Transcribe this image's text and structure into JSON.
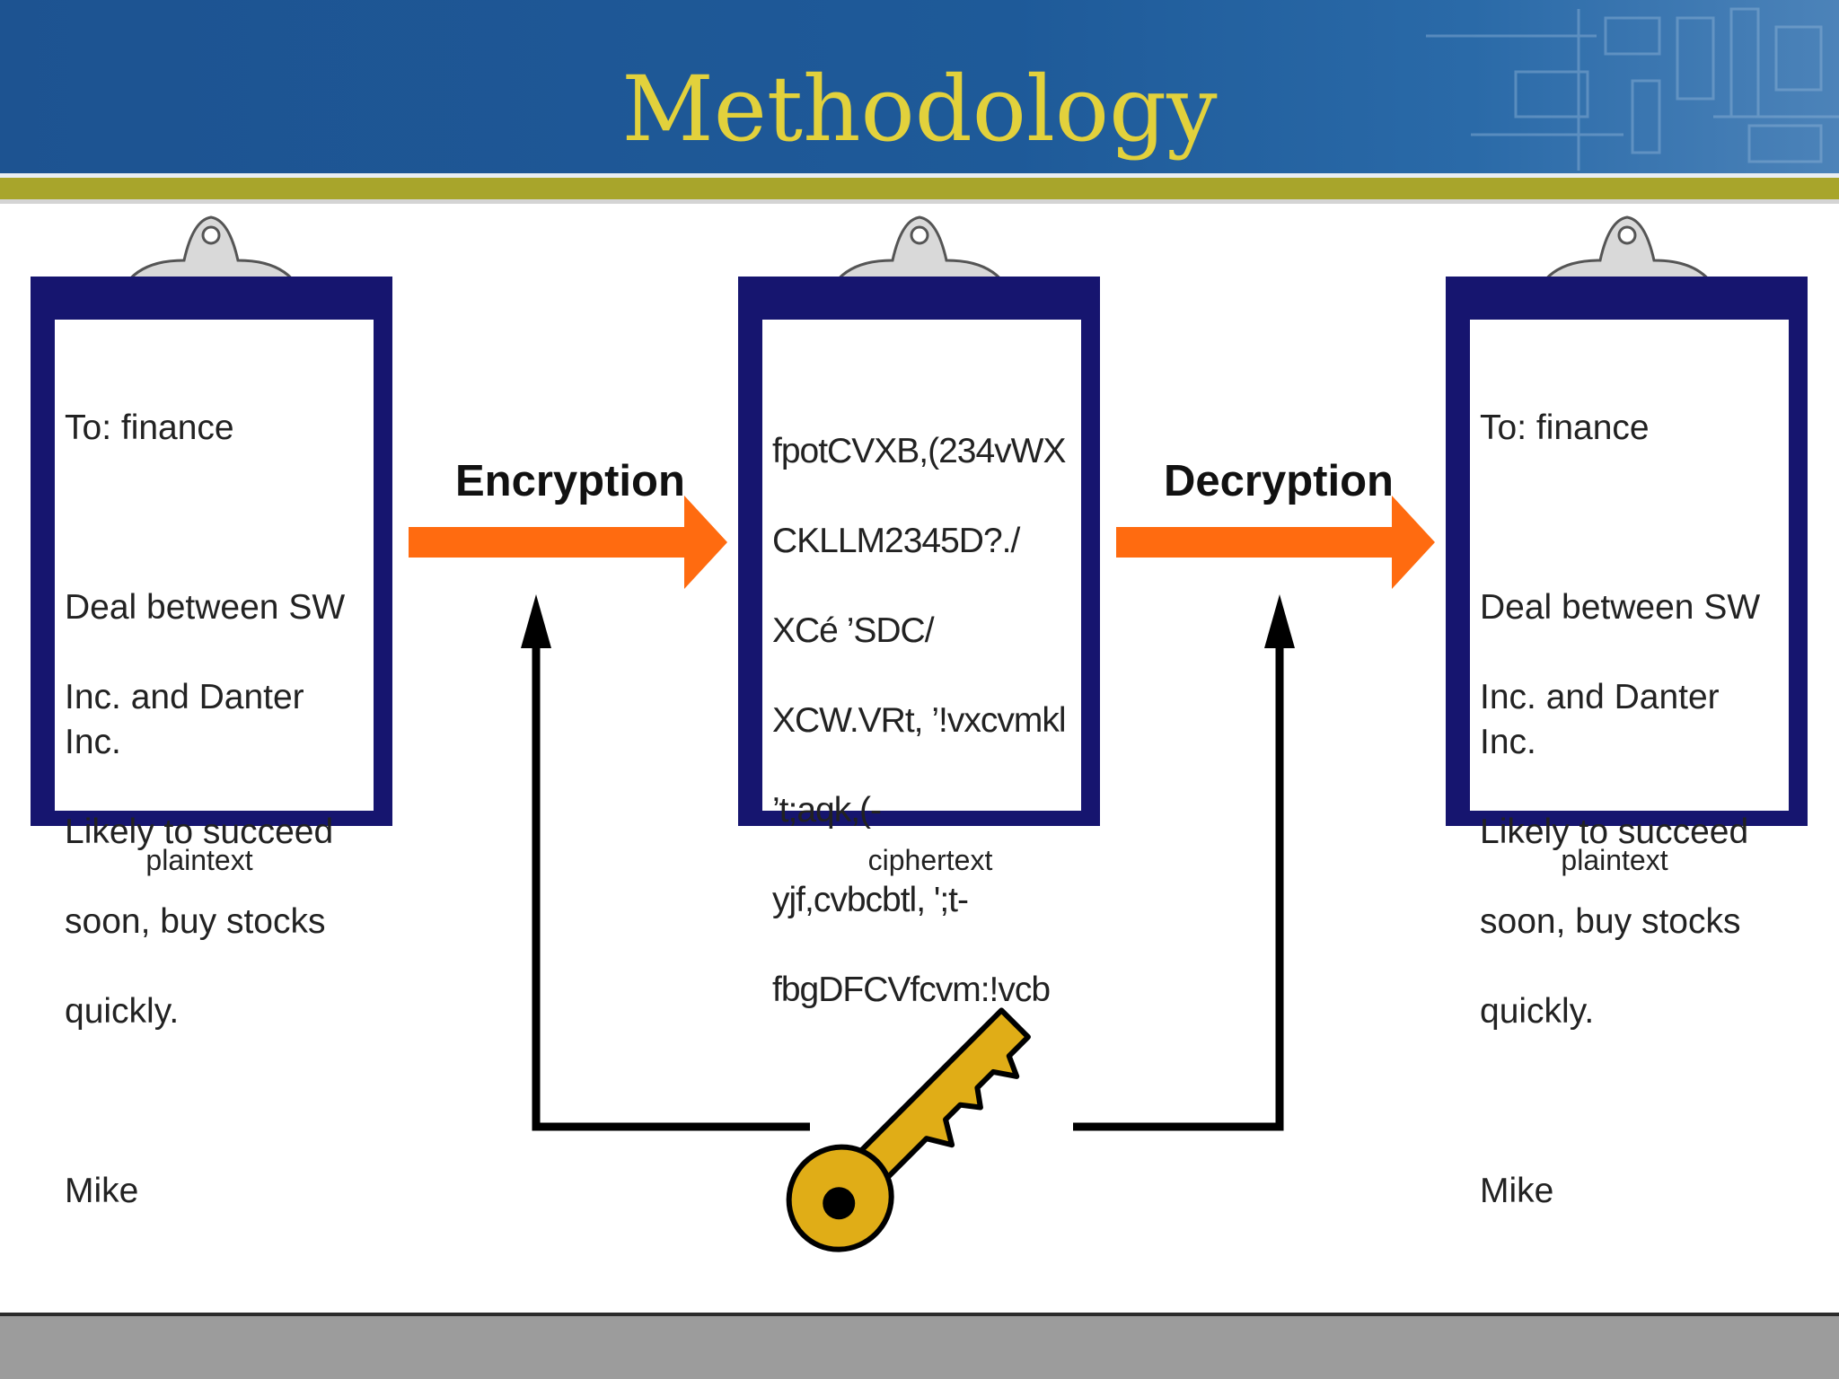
{
  "slide": {
    "title": "Methodology"
  },
  "diagram": {
    "left_doc": {
      "lines": [
        "To: finance",
        "",
        "Deal between SW",
        "Inc. and Danter Inc.",
        "Likely to succeed",
        "soon, buy stocks",
        "quickly.",
        "",
        "Mike"
      ],
      "caption": "plaintext"
    },
    "middle_doc": {
      "lines": [
        "fpotCVXB,(234vWX",
        "CKLLM2345D?./",
        "XCé ’SDC/",
        "XCW.VRt, ’!vxcvmkl",
        "’t;aqk,(-",
        "yjf,cvbcbtl, ';t-",
        "fbgDFCVfcvm:!vcb"
      ],
      "caption": "ciphertext"
    },
    "right_doc": {
      "lines": [
        "To: finance",
        "",
        "Deal between SW",
        "Inc. and Danter Inc.",
        "Likely to succeed",
        "soon, buy stocks",
        "quickly.",
        "",
        "Mike"
      ],
      "caption": "plaintext"
    },
    "encryption_label": "Encryption",
    "decryption_label": "Decryption",
    "icons": {
      "clipboard": "clipboard-icon",
      "key": "key-icon"
    },
    "colors": {
      "process_arrow": "#ff6b10",
      "clipboard_frame": "#16156f",
      "key": "#e0ad17",
      "title": "#e2d13c",
      "header": "#1d5391"
    }
  }
}
